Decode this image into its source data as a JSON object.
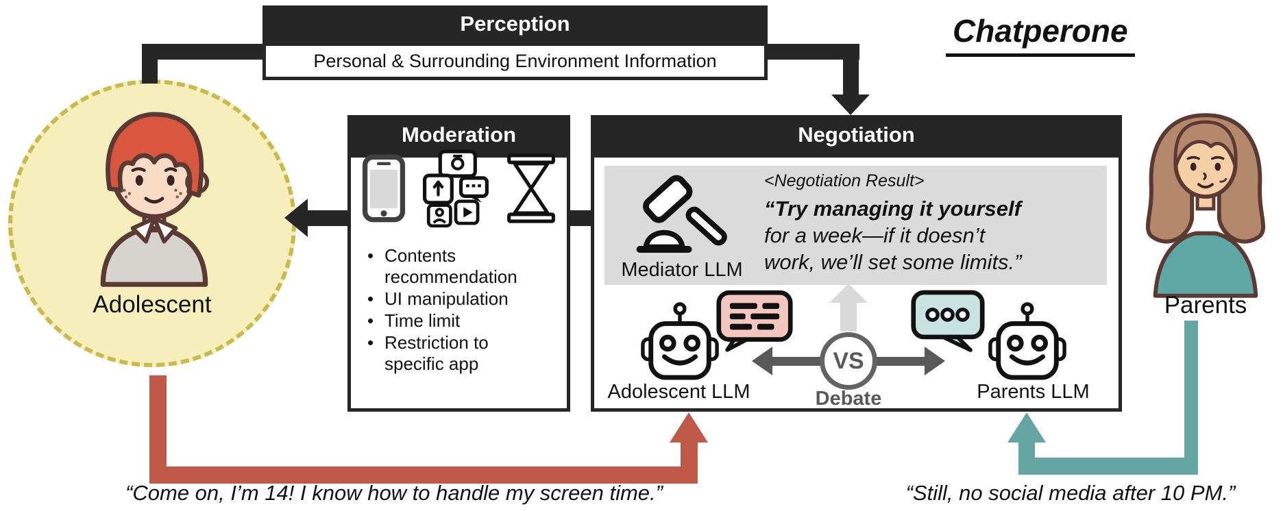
{
  "title": "Chatperone",
  "perception": {
    "header": "Perception",
    "description": "Personal & Surrounding Environment Information"
  },
  "moderation": {
    "header": "Moderation",
    "bullets": [
      "Contents recommendation",
      "UI manipulation",
      "Time limit",
      "Restriction to specific app"
    ]
  },
  "negotiation": {
    "header": "Negotiation",
    "result_title": "<Negotiation Result>",
    "result_line_bold": "“Try managing it yourself",
    "result_line_2": "for a week—if it doesn’t",
    "result_line_3": "work, we’ll set some limits.”",
    "mediator_label": "Mediator LLM",
    "adolescent_llm_label": "Adolescent LLM",
    "parents_llm_label": "Parents LLM",
    "vs_label": "VS",
    "debate_label": "Debate"
  },
  "adolescent": {
    "label": "Adolescent",
    "quote": "“Come on, I’m 14! I know how to handle my screen time.”"
  },
  "parents": {
    "label": "Parents",
    "quote": "“Still, no social media after 10 PM.”"
  },
  "icons": [
    "smartphone-icon",
    "media-apps-icon",
    "hourglass-icon",
    "gavel-icon",
    "robot-icon",
    "chat-bubble-lines-icon",
    "chat-bubble-dots-icon",
    "up-arrow-icon",
    "debate-arrows-icon"
  ],
  "colors": {
    "box_header": "#262626",
    "adolescent_accent": "#BF5A49",
    "parents_accent": "#67A5A4",
    "circle_fill": "#F6EFBC",
    "circle_border": "#C9BA50",
    "result_panel": "#DBDBDB",
    "bubble_pink": "#F3C7C0",
    "bubble_teal": "#C9E3E1",
    "debate_gray": "#595959",
    "up_arrow_gray": "#D9D9D9"
  }
}
